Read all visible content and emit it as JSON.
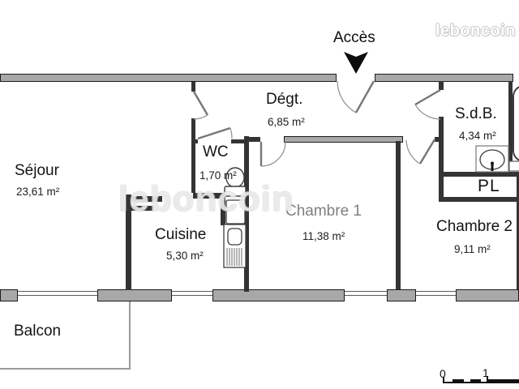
{
  "meta": {
    "site_logo": "leboncoin",
    "watermark": "leboncoin"
  },
  "plan": {
    "access_label": "Accès",
    "rooms": [
      {
        "id": "sejour",
        "name": "Séjour",
        "area": "23,61 m²"
      },
      {
        "id": "degagement",
        "name": "Dégt.",
        "area": "6,85 m²"
      },
      {
        "id": "wc",
        "name": "WC",
        "area": "1,70 m²"
      },
      {
        "id": "sdb",
        "name": "S.d.B.",
        "area": "4,34 m²"
      },
      {
        "id": "placard",
        "name": "PL",
        "area": ""
      },
      {
        "id": "cuisine",
        "name": "Cuisine",
        "area": "5,30 m²"
      },
      {
        "id": "chambre1",
        "name": "Chambre 1",
        "area": "11,38 m²"
      },
      {
        "id": "chambre2",
        "name": "Chambre 2",
        "area": "9,11 m²"
      },
      {
        "id": "balcon",
        "name": "Balcon",
        "area": ""
      }
    ],
    "scale_bar": {
      "zero": "0",
      "one": "1"
    },
    "colors": {
      "exterior_wall_fill": "#a8a8a8",
      "wall_edge": "#1b1b1b",
      "interior_wall": "#343434",
      "door": "#767676"
    },
    "icons": [
      "access-arrow-icon",
      "toilet-icon",
      "washbasin-icon",
      "bathtub-icon",
      "kitchen-sink-icon"
    ]
  }
}
